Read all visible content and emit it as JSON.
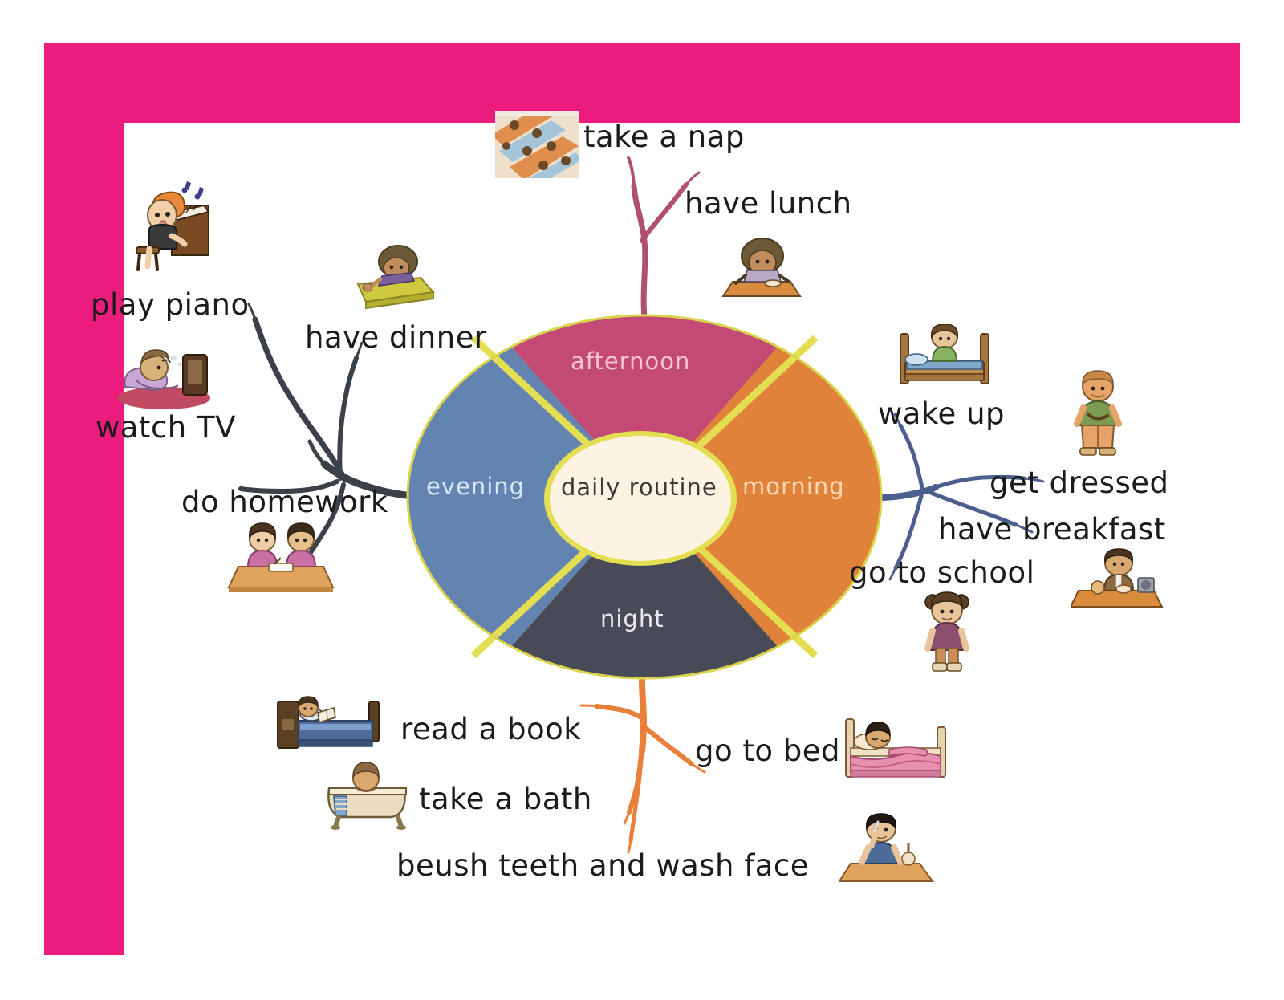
{
  "frame": {
    "border_color": "#ec1c7d",
    "page_background": "#ffffff"
  },
  "wheel": {
    "center_label": "daily routine",
    "rim_color": "#e3de52",
    "center_fill": "#fdf3e3",
    "segments": [
      {
        "key": "afternoon",
        "label": "afternoon",
        "fill": "#c24a74",
        "text_color": "#f6c2d4",
        "branch_color": "#b05070"
      },
      {
        "key": "morning",
        "label": "morning",
        "fill": "#e08239",
        "text_color": "#fbd9b4",
        "branch_color": "#4c5f8f"
      },
      {
        "key": "night",
        "label": "night",
        "fill": "#484b57",
        "text_color": "#e9e9ee",
        "branch_color": "#e8803a"
      },
      {
        "key": "evening",
        "label": "evening",
        "fill": "#6383b0",
        "text_color": "#d8e6f5",
        "branch_color": "#3b4049"
      }
    ]
  },
  "branches": {
    "afternoon": {
      "items": [
        "take a nap",
        "have lunch"
      ]
    },
    "morning": {
      "items": [
        "wake up",
        "get dressed",
        "have breakfast",
        "go to school"
      ]
    },
    "evening": {
      "items": [
        "play piano",
        "have dinner",
        "watch TV",
        "do homework"
      ]
    },
    "night": {
      "items": [
        "read a book",
        "go to bed",
        "take a bath",
        "beush teeth and wash face"
      ]
    }
  },
  "labels": {
    "take_a_nap": "take a nap",
    "have_lunch": "have lunch",
    "play_piano": "play piano",
    "have_dinner": "have dinner",
    "watch_tv": "watch TV",
    "do_homework": "do homework",
    "wake_up": "wake up",
    "get_dressed": "get dressed",
    "have_breakfast": "have breakfast",
    "go_to_school": "go to school",
    "read_a_book": "read a book",
    "go_to_bed": "go to bed",
    "take_a_bath": "take a bath",
    "brush_teeth": "beush teeth and wash face"
  },
  "illustrations": [
    {
      "name": "nap-mat-photo",
      "for": "take a nap"
    },
    {
      "name": "child-eating-lunch",
      "for": "have lunch"
    },
    {
      "name": "child-playing-piano",
      "for": "play piano"
    },
    {
      "name": "child-eating-dinner",
      "for": "have dinner"
    },
    {
      "name": "child-watching-tv",
      "for": "watch TV"
    },
    {
      "name": "children-doing-homework",
      "for": "do homework"
    },
    {
      "name": "child-waking-in-bed",
      "for": "wake up"
    },
    {
      "name": "child-getting-dressed",
      "for": "get dressed"
    },
    {
      "name": "child-eating-breakfast",
      "for": "have breakfast"
    },
    {
      "name": "girl-with-backpack",
      "for": "go to school"
    },
    {
      "name": "child-reading-in-bed",
      "for": "read a book"
    },
    {
      "name": "child-sleeping-in-bed",
      "for": "go to bed"
    },
    {
      "name": "child-in-bathtub",
      "for": "take a bath"
    },
    {
      "name": "child-brushing-teeth",
      "for": "beush teeth and wash face"
    }
  ]
}
